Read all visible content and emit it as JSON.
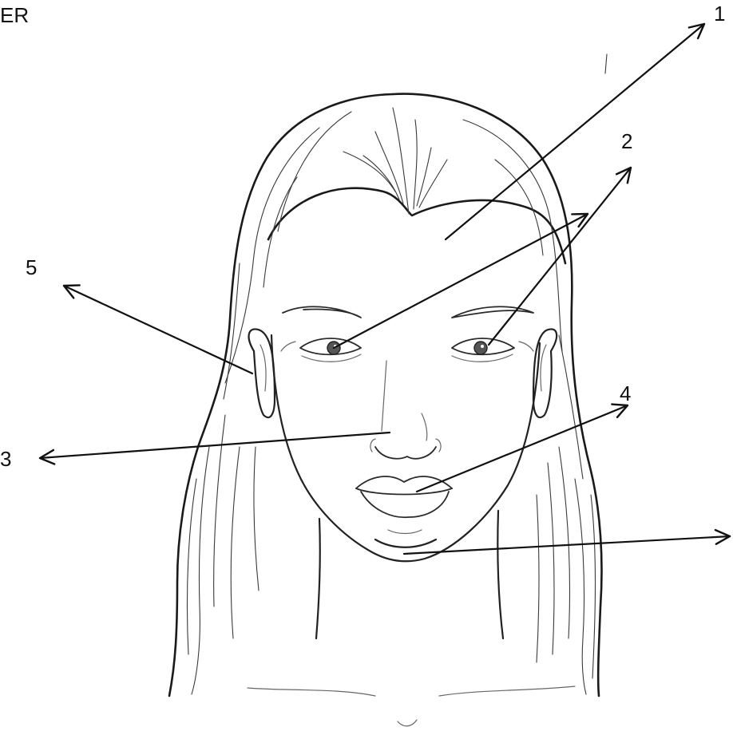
{
  "header_fragment": "ER",
  "labels": {
    "label_1": "1",
    "label_2": "2",
    "label_3": "3",
    "label_4": "4",
    "label_5": "5"
  },
  "colors": {
    "background": "#ffffff",
    "line": "#111111"
  }
}
